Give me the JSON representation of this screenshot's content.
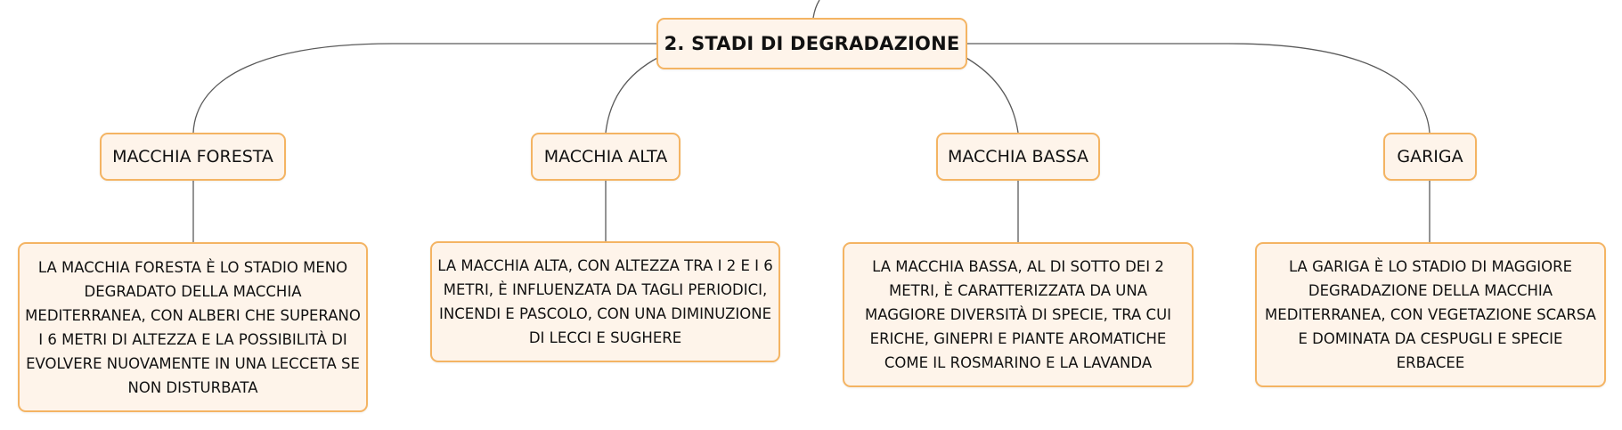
{
  "root": {
    "title": "2. STADI DI DEGRADAZIONE"
  },
  "stages": [
    {
      "name": "MACCHIA FORESTA",
      "description": "LA MACCHIA FORESTA È LO STADIO MENO DEGRADATO DELLA MACCHIA MEDITERRANEA, CON ALBERI CHE SUPERANO I 6 METRI DI ALTEZZA E LA POSSIBILITÀ DI EVOLVERE NUOVAMENTE IN UNA LECCETA SE NON DISTURBATA"
    },
    {
      "name": "MACCHIA ALTA",
      "description": "LA MACCHIA ALTA, CON ALTEZZA TRA I 2 E I 6 METRI, È INFLUENZATA DA TAGLI PERIODICI, INCENDI E PASCOLO, CON UNA DIMINUZIONE DI LECCI E SUGHERE"
    },
    {
      "name": "MACCHIA BASSA",
      "description": "LA MACCHIA BASSA, AL DI SOTTO DEI 2 METRI, È CARATTERIZZATA DA UNA MAGGIORE DIVERSITÀ DI SPECIE, TRA CUI ERICHE, GINEPRI E PIANTE AROMATICHE COME IL ROSMARINO E LA LAVANDA"
    },
    {
      "name": "GARIGA",
      "description": "LA GARIGA È LO STADIO DI MAGGIORE DEGRADAZIONE DELLA MACCHIA MEDITERRANEA, CON VEGETAZIONE SCARSA E DOMINATA DA CESPUGLI E SPECIE ERBACEE"
    }
  ],
  "colors": {
    "node_fill": "#fef4ea",
    "node_border": "#f4b463",
    "connector": "#5a5a5a",
    "text": "#111111"
  }
}
